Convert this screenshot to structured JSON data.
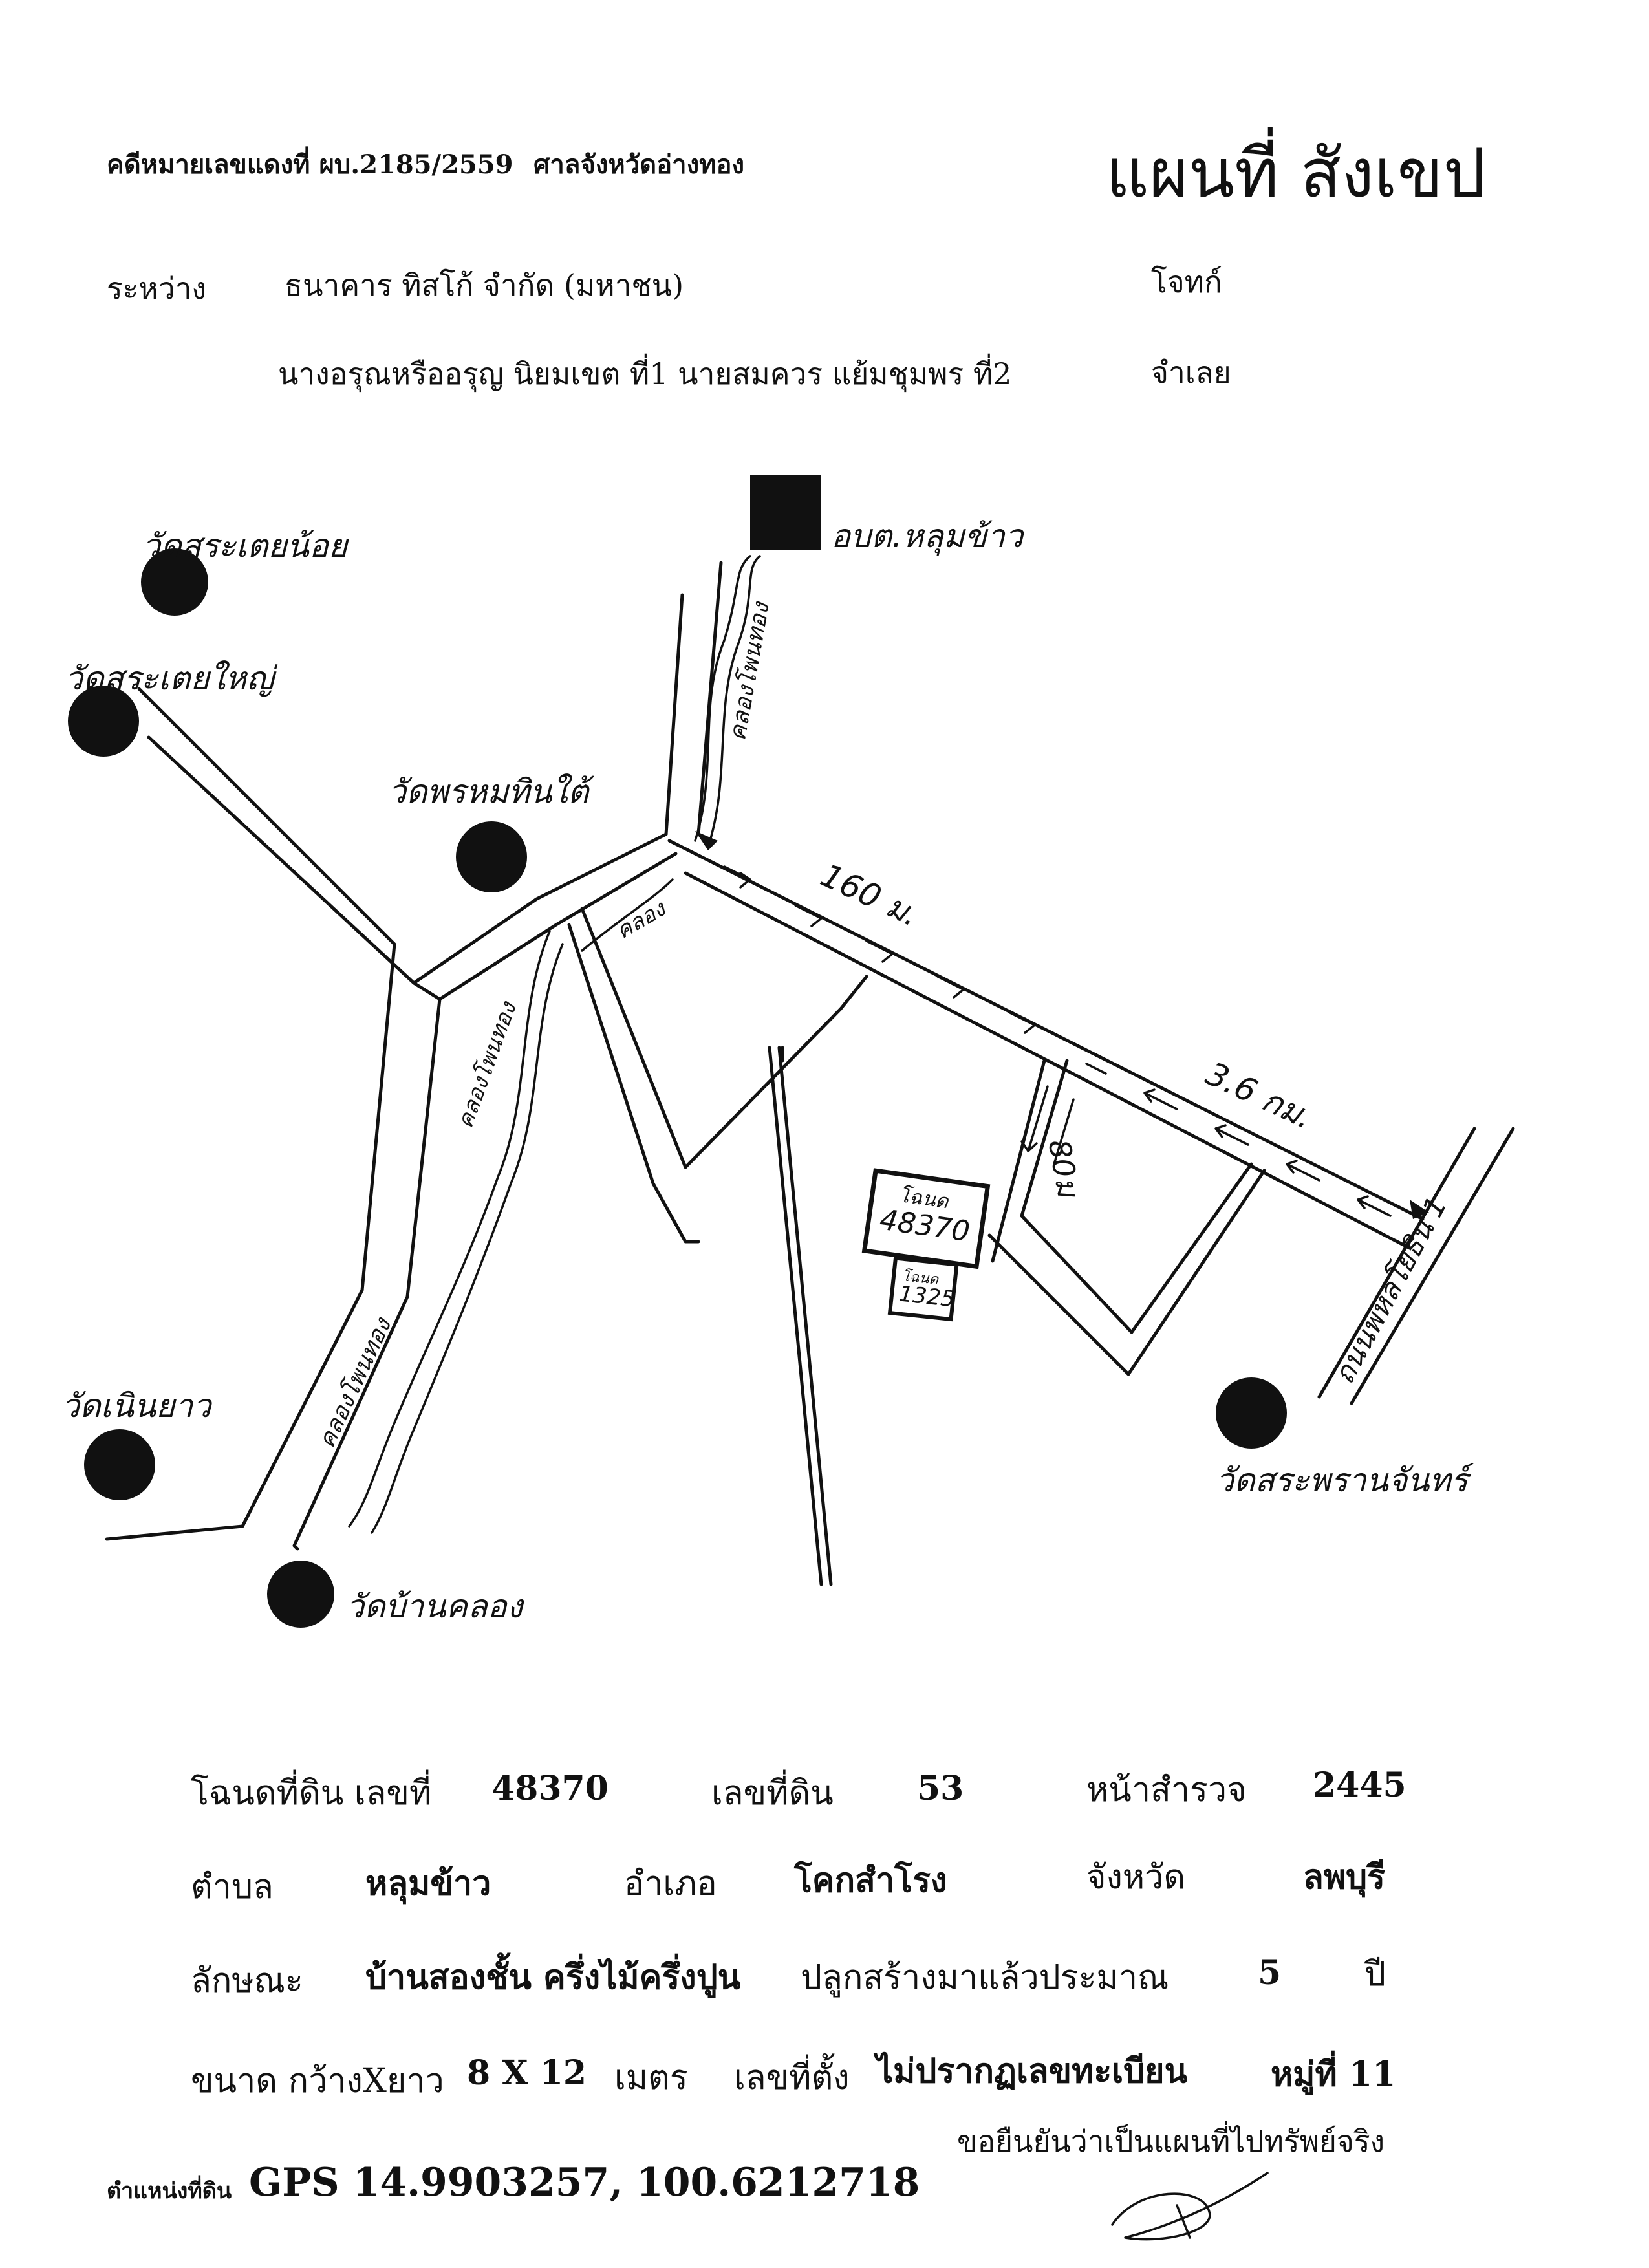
{
  "header": {
    "case_number": "คดีหมายเลขแดงที่ ผบ.2185/2559",
    "court": "ศาลจังหวัดอ่างทอง",
    "title": "แผนที่ สังเขป",
    "between_label": "ระหว่าง",
    "plaintiff": "ธนาคาร ทิสโก้ จำกัด (มหาชน)",
    "plaintiff_role": "โจทก์",
    "defendants": "นางอรุณหรืออรุญ นิยมเขต ที่1 นายสมควร แย้มชุมพร ที่2",
    "defendant_role": "จำเลย"
  },
  "map": {
    "labels": {
      "temple_saraphet_noi": "วัดสระเตยน้อย",
      "temple_saraphet_yai": "วัดสระเตยใหญ่",
      "temple_phrom_thin_tai": "วัดพรหมทินใต้",
      "sao_office": "อบต.หลุมข้าว",
      "canal_top": "คลองโพนทอง",
      "canal_small": "คลอง",
      "canal_mid": "คลองโพนทอง",
      "canal_low": "คลองโพนทอง",
      "distance_160": "160 ม.",
      "distance_36km": "3.6 กม.",
      "distance_80": "80ม",
      "deed_box_label": "โฉนด",
      "deed_box_number": "48370",
      "deed_box2_label": "โฉนด",
      "deed_box2_number": "1325",
      "road_name": "ถนนพหลโยธิน 1",
      "temple_sa_phran_chan": "วัดสระพรานจันทร์",
      "temple_noen_yao": "วัดเนินยาว",
      "temple_ban_khlong": "วัดบ้านคลอง"
    }
  },
  "details": {
    "deed_label": "โฉนดที่ดิน เลขที่",
    "deed_no": "48370",
    "land_no_label": "เลขที่ดิน",
    "land_no": "53",
    "survey_label": "หน้าสำรวจ",
    "survey_no": "2445",
    "subdistrict_label": "ตำบล",
    "subdistrict": "หลุมข้าว",
    "district_label": "อำเภอ",
    "district": "โคกสำโรง",
    "province_label": "จังหวัด",
    "province": "ลพบุรี",
    "type_label": "ลักษณะ",
    "type_value": "บ้านสองชั้น ครึ่งไม้ครึ่งปูน",
    "age_label": "ปลูกสร้างมาแล้วประมาณ",
    "age_value": "5",
    "age_unit": "ปี",
    "size_label": "ขนาด กว้างXยาว",
    "size_value": "8 X 12",
    "size_unit": "เมตร",
    "house_no_label": "เลขที่ตั้ง",
    "house_no_value": "ไม่ปรากฏเลขทะเบียน",
    "village": "หมู่ที่ 11",
    "confirm": "ขอยืนยันว่าเป็นแผนที่ไปทรัพย์จริง"
  },
  "footer": {
    "gps_label": "ตำแหน่งที่ดิน",
    "gps_value": "GPS 14.9903257, 100.6212718"
  }
}
